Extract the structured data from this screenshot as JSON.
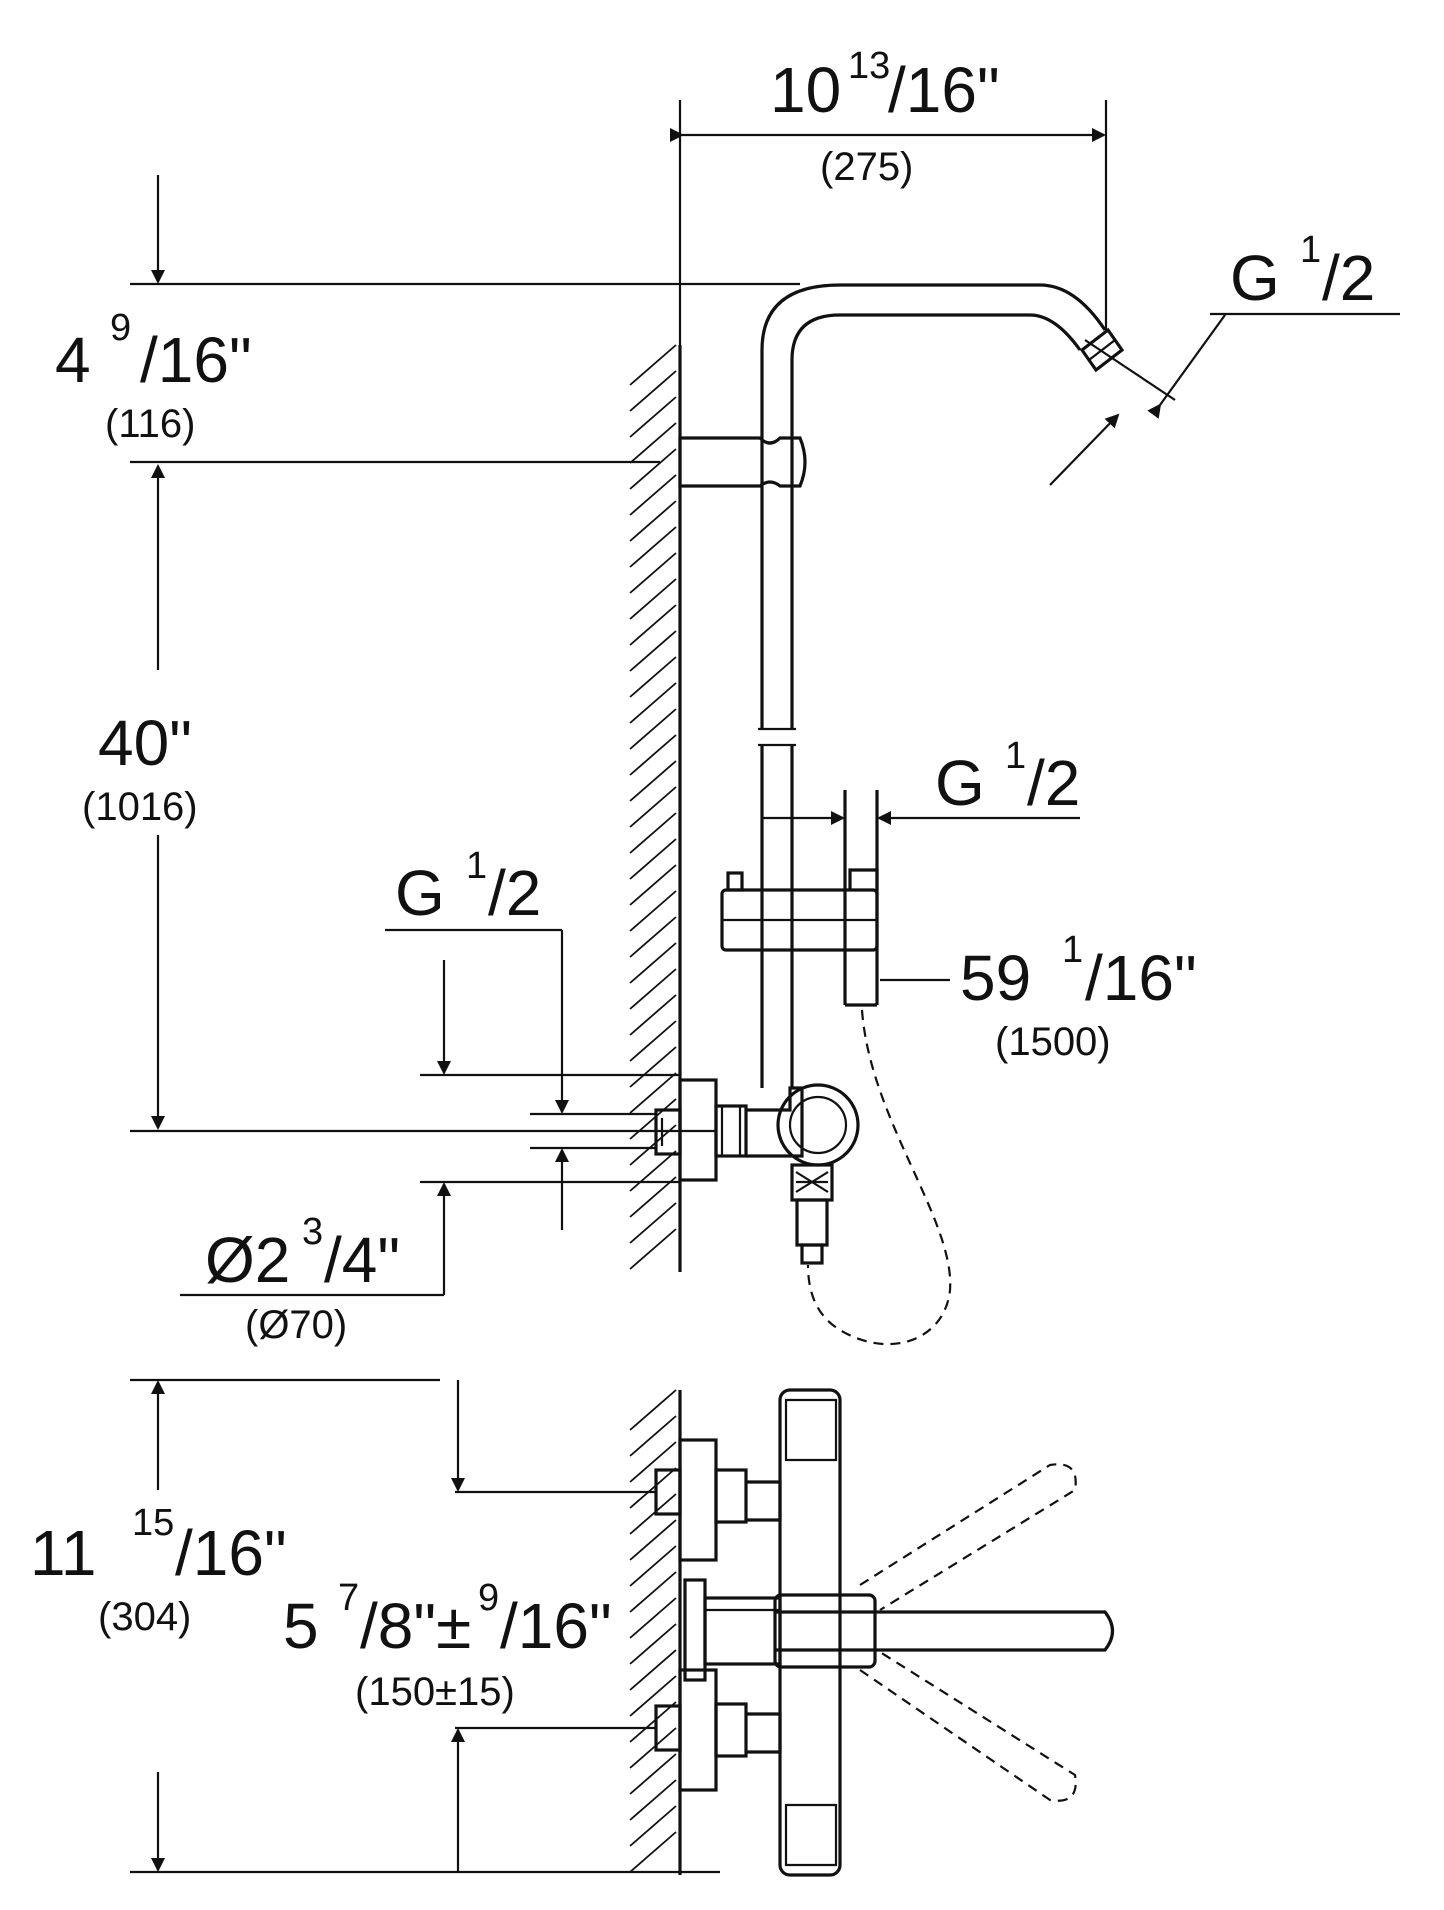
{
  "dimensions": {
    "arm_reach": {
      "whole": "10",
      "num": "13",
      "den": "/16\"",
      "mm": "(275)"
    },
    "arm_height": {
      "whole": "4",
      "num": "9",
      "den": "/16\"",
      "mm": "(116)"
    },
    "head_thread": {
      "prefix": "G",
      "num": "1",
      "den": "/2"
    },
    "rail_height": {
      "main": "40\"",
      "mm": "(1016)"
    },
    "hand_thread": {
      "prefix": "G",
      "num": "1",
      "den": "/2"
    },
    "hose_length": {
      "whole": "59",
      "num": "1",
      "den": "/16\"",
      "mm": "(1500)"
    },
    "inlet_thread": {
      "prefix": "G",
      "num": "1",
      "den": "/2"
    },
    "escutcheon": {
      "whole": "Ø2",
      "num": "3",
      "den": "/4\"",
      "mm": "(Ø70)"
    },
    "top_height": {
      "whole": "11",
      "num": "15",
      "den": "/16\"",
      "mm": "(304)"
    },
    "centers": {
      "whole": "5",
      "num": "7",
      "den": "/8\"±",
      "num2": "9",
      "den2": "/16\"",
      "mm": "(150±15)"
    }
  }
}
